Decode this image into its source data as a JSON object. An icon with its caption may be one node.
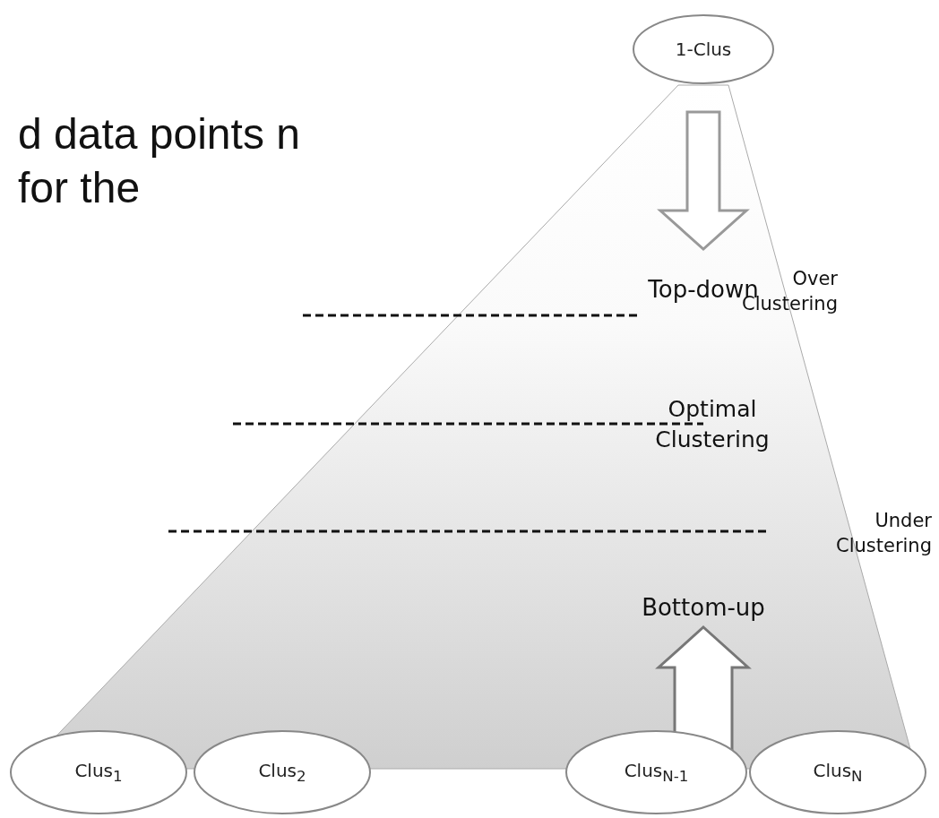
{
  "diagram": {
    "nodes": [
      {
        "text": [
          "1-Clus"
        ]
      },
      {
        "text": [
          "Clus$_{1}$"
        ]
      },
      {
        "text": [
          "Clus$_{2}$"
        ]
      },
      {
        "text": [
          "Clus$_{N-1}$"
        ]
      },
      {
        "text": [
          "Clus$_{N}$"
        ]
      }
    ],
    "edges": [],
    "labels": [
      "d data points n for the",
      "Top-down",
      "Over Clustering",
      "Optimal Clustering",
      "Under Clustering",
      "Bottom-up"
    ]
  }
}
